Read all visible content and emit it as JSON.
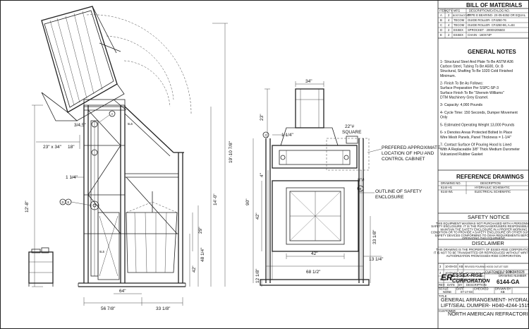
{
  "bom": {
    "title": "BILL OF MATERIALS",
    "headers": [
      "ITEM",
      "QTY",
      "MFG",
      "DESCRIPTION/CATALOG NO."
    ],
    "rows": [
      {
        "item": "A",
        "qty": "2",
        "mfg": "BOSTON/OTHER",
        "desc": "TYPE E BEARING- 2X-05-8352 OR EQUAL"
      },
      {
        "item": "B",
        "qty": "4",
        "mfg": "TECOM",
        "desc": "GUIDE ROLLER- CF4250-76"
      },
      {
        "item": "C",
        "qty": "4",
        "mfg": "TECOM",
        "desc": "GUIDE ROLLER- CF4250-86, A=84"
      },
      {
        "item": "D",
        "qty": "2",
        "mfg": "ESSEX",
        "desc": "SPROCKET - 2000X205503"
      },
      {
        "item": "E",
        "qty": "2",
        "mfg": "ESSEX",
        "desc": "CHAIN - 160X74P"
      }
    ]
  },
  "general_notes": {
    "title": "GENERAL NOTES",
    "items": [
      [
        "1- Structural Steel And Plate To Be ASTM A36",
        "Carbon Steel, Tubing To Be A500, Gr. B",
        "Structural, Shafting To Be 1020 Cold Finished",
        "Minimum."
      ],
      [
        "2- Finish To Be As Follows:",
        "Surface Preparation Per SSPC-SP-3",
        "Surface Finish To Be \"Sherwin Williams\"",
        "DTM Machinery Grey Enamel."
      ],
      [
        "3- Capacity: 4,000 Pounds"
      ],
      [
        "4- Cycle Time: 150 Seconds, Dumper Movement",
        "Only"
      ],
      [
        "5- Estimated Operating Weight 13,000 Pounds"
      ],
      [
        "6- x Denotes Areas Protected Bolted In Place",
        "Wire Mesh Panels, Panel Thickness = 1-1/4\""
      ],
      [
        "7- Contact Surface Of Pouring Hood Is Lined",
        "With A Replaceable 3/8\" Thick Medium Durometer",
        "Vulcanized Rubber Gasket"
      ]
    ]
  },
  "reference_drawings": {
    "title": "REFERENCE DRAWINGS",
    "headers": [
      "DRAWING NO.",
      "DESCRIPTION"
    ],
    "rows": [
      {
        "no": "6144-H1",
        "desc": "HYDRAULIC SCHEMATIC"
      },
      {
        "no": "6144-W1",
        "desc": "ELECTRICAL SCHEMATIC"
      }
    ]
  },
  "safety": {
    "title": "SAFETY NOTICE",
    "lines": [
      "THIS EQUIPMENT WAS/WAS NOT PURCHASED WITH A PERSONNEL",
      "SAFETY ENCLOSURE. IT IS THE PURCHASER/USERS RESPONSIBILITY TO",
      "MAINTAIN THE SAFETY ENCLOSURE IN A PROPER WORKING",
      "CONDITION OR TO PROVIDE A SAFETY ENCLOSURE OR OTHER SUITABLE",
      "SAFETY DEVICES CONFORMING TO OSHA REQUIREMENTS BEFORE",
      "OPERATING THIS EQUIPMENT."
    ]
  },
  "disclaimer": {
    "title": "DISCLAIMER",
    "lines": [
      "THIS DRAWING IS THE PROPERTY OF ESSEX-RISE CORPORATION.",
      "IT IS NOT TO BE TRANSMITTED OR REPRODUCED WITHOUT WRITTEN",
      "AUTHORIZATION FROM ESSEX-RISE CORPORATION."
    ]
  },
  "revisions": [
    {
      "rev": "3",
      "date": "10-09-03",
      "by": "KB",
      "desc": "REVISED POURING HOOD OUTLET SIZE"
    },
    {
      "rev": "2",
      "date": "10-08-03",
      "by": "KB",
      "desc": "UPDATED BOM AND LIFT CYLINDER"
    },
    {
      "rev": "1",
      "date": "08-10-03",
      "by": "KB",
      "desc": "19'-10\" WAS 19'-7\""
    }
  ],
  "rev_headers": [
    "REV",
    "DATE",
    "BY",
    "DESCRIPTION"
  ],
  "title_block": {
    "logo_mark": "ER",
    "company_line1": "ESSEX-RISE",
    "company_line2": "CORPORATION",
    "customer_po_label": "CUSTOMER P.O. NO.",
    "customer_po": "108-345928",
    "drawing_no_label": "DRAWING NUMBER",
    "drawing_no": "6144-GA",
    "scale_label": "SCALE",
    "scale": "NONE",
    "date_label": "DATE",
    "date": "07-17-03",
    "checked_label": "CHECKED",
    "drawn_label": "DRAWN BY",
    "drawn": "KB",
    "title_label": "TITLE",
    "title_line1": "GENERAL ARRANGEMENT- HYDRAULIC",
    "title_line2": "LIFT/SEAL DUMPER- H040-4244-1515-150",
    "customer_label": "CUSTOMER",
    "customer": "NORTH AMERICAN REFRACTORIES"
  },
  "side_view": {
    "dims": {
      "d56": "56 7/8\"",
      "d33": "33 1/8\"",
      "d23x34": "23\" x 34\"",
      "d18": "18\"",
      "d1_14": "1 1/4\"",
      "d12_8": "12'-8\"",
      "d19_10": "19'-10 7/8\"",
      "d14_0": "14'-0\"",
      "d48": "48 1/4\"",
      "d42": "42\"",
      "d29": "29\"",
      "d64": "64\"",
      "dbl": "3/4,5\"",
      "ds1": "5L5",
      "ds2": "5L5"
    },
    "callouts": {
      "a": "A",
      "d": "D",
      "e": "E"
    }
  },
  "front_view": {
    "dims": {
      "d34": "34\"",
      "d23": "23\"",
      "d22sq": "22\"#",
      "square": "SQUARE",
      "d1_14": "1 1/4\"",
      "d8": "8\"#",
      "d90": "90\"",
      "d42v": "42\"",
      "d42h": "42\"",
      "d33": "33 1/8\"",
      "d12": "12 1/8\"",
      "d68": "68 1/2\"",
      "d13": "13 1/4\"",
      "d4": "4\""
    },
    "callouts": {
      "b": "B",
      "c": "C"
    },
    "label_hpu": [
      "PREFERED APPROXIMATE",
      "LOCATION OF HPU AND",
      "CONTROL CABINET"
    ],
    "label_enclosure": [
      "OUTLINE OF SAFETY",
      "ENCLOSURE"
    ]
  }
}
